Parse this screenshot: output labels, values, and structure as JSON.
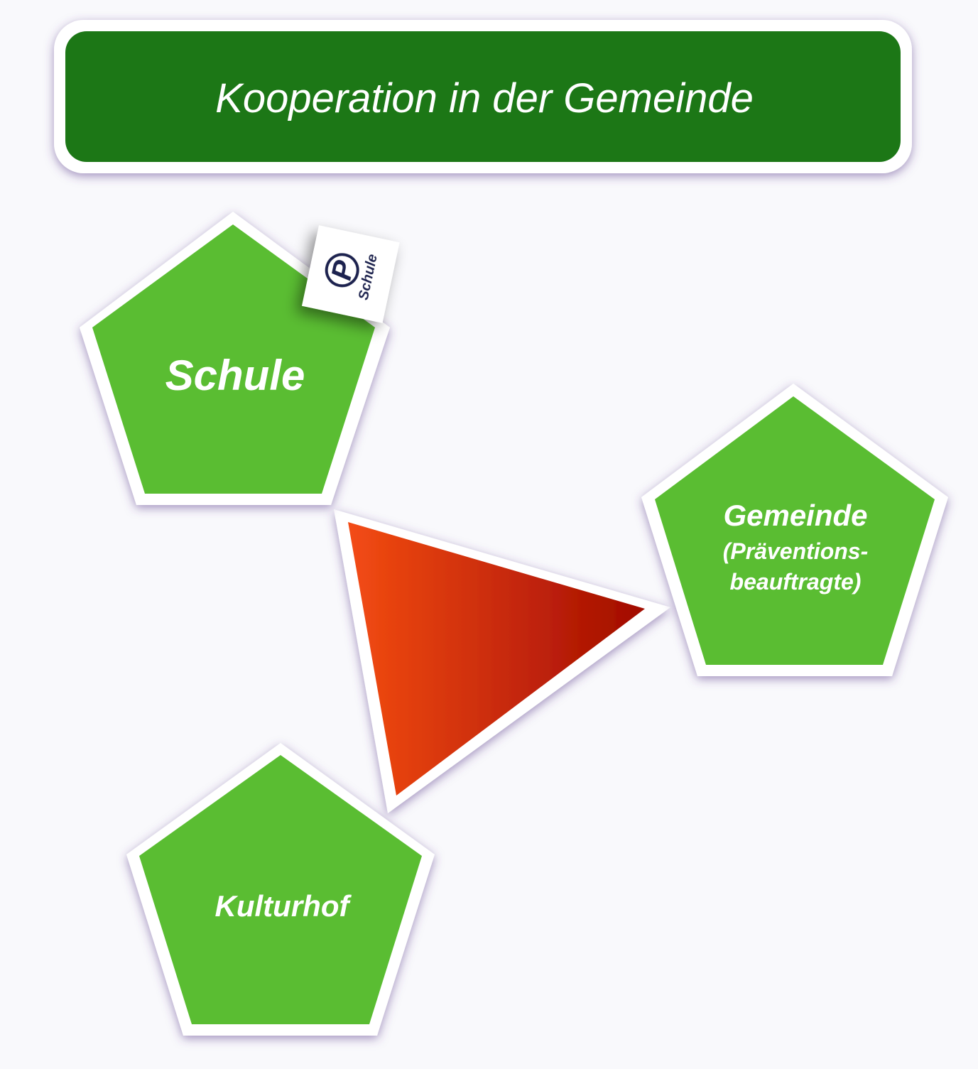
{
  "title": "Kooperation in der Gemeinde",
  "nodes": {
    "schule": {
      "label": "Schule"
    },
    "gemeinde": {
      "label": "Gemeinde",
      "sublabel_line1": "(Präventions-",
      "sublabel_line2": "beauftragte)"
    },
    "kulturhof": {
      "label": "Kulturhof"
    }
  },
  "logo": {
    "glyph": "P",
    "text": "Schule"
  },
  "colors": {
    "title_bg": "#1a7716",
    "pentagon_fill": "#5abd30",
    "triangle_start": "#f34c13",
    "triangle_end": "#a10b02",
    "frame": "#ffffff",
    "glow": "#5a3a8a"
  }
}
